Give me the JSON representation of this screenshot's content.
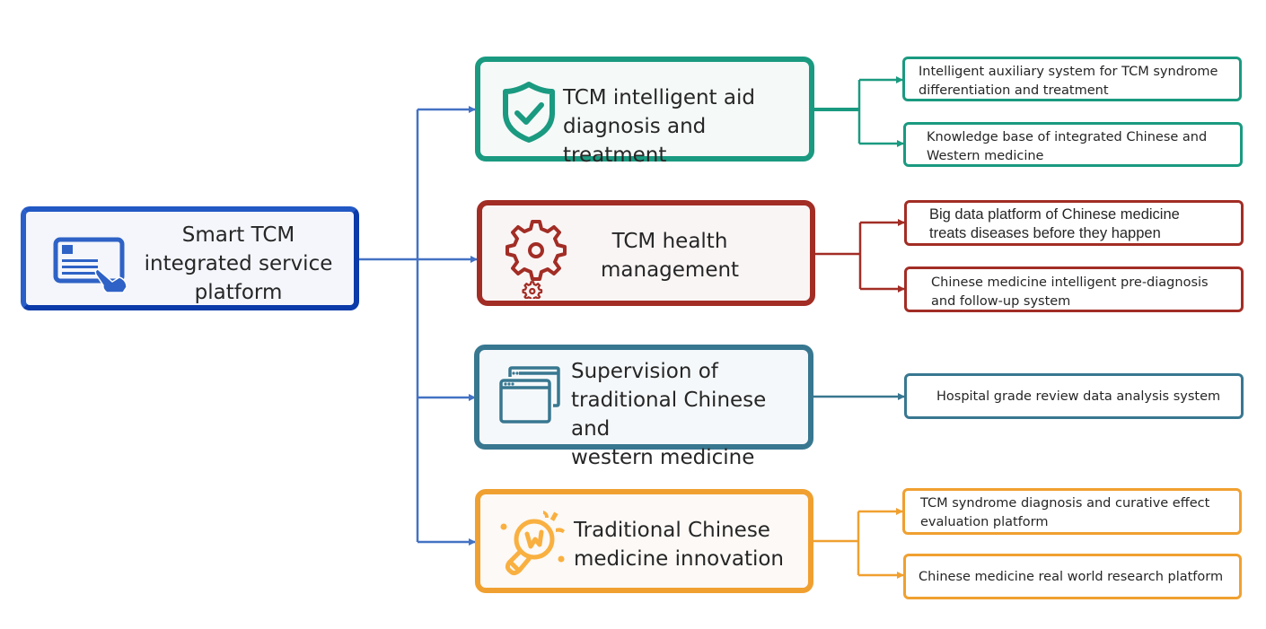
{
  "colors": {
    "root": "#1f56c1",
    "connector_root": "#4472c4",
    "aid": "#1a9a80",
    "health": "#a22d25",
    "supervision": "#387790",
    "innovation": "#f0a030"
  },
  "root": {
    "label": "Smart TCM integrated service platform",
    "lines": [
      "Smart TCM",
      "integrated service",
      "platform"
    ],
    "icon": "touchscreen-tablet-icon"
  },
  "categories": [
    {
      "id": "aid",
      "lines": [
        "TCM intelligent aid",
        "diagnosis and treatment"
      ],
      "icon": "shield-check-icon",
      "children": [
        {
          "lines": [
            "Intelligent auxiliary system for TCM syndrome",
            "differentiation and treatment"
          ]
        },
        {
          "lines": [
            "Knowledge base of integrated Chinese and",
            "Western medicine"
          ]
        }
      ]
    },
    {
      "id": "health",
      "lines": [
        "TCM health",
        "management"
      ],
      "icon": "gears-icon",
      "children": [
        {
          "lines": [
            "Big data platform of Chinese medicine",
            "treats diseases before they happen"
          ]
        },
        {
          "lines": [
            "Chinese medicine intelligent pre-diagnosis",
            "and follow-up system"
          ]
        }
      ]
    },
    {
      "id": "supervision",
      "lines": [
        "Supervision of",
        "traditional Chinese and",
        "western medicine"
      ],
      "icon": "browser-windows-icon",
      "children": [
        {
          "lines": [
            "Hospital grade review data analysis system"
          ]
        }
      ]
    },
    {
      "id": "innovation",
      "lines": [
        "Traditional Chinese",
        "medicine innovation"
      ],
      "icon": "lightbulb-icon",
      "children": [
        {
          "lines": [
            "TCM syndrome diagnosis and curative effect",
            "evaluation platform"
          ]
        },
        {
          "lines": [
            "Chinese medicine real world research platform"
          ]
        }
      ]
    }
  ]
}
